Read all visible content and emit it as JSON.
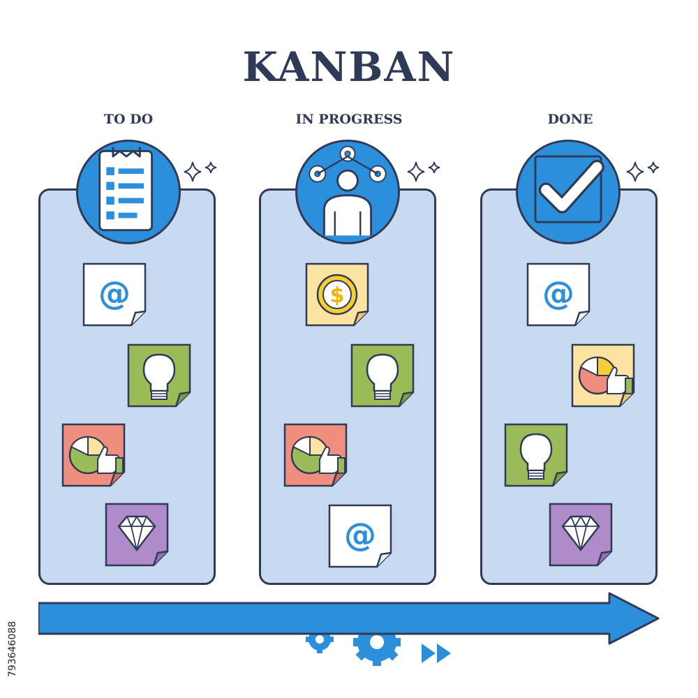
{
  "title": "KANBAN",
  "watermark_id": "793646088",
  "colors": {
    "outline": "#2f3a56",
    "column_fill": "#c7daf1",
    "accent_blue": "#2c8fdb",
    "note_white": "#ffffff",
    "note_yellow": "#fde3a1",
    "note_green": "#9bbb59",
    "note_red": "#ef8e7e",
    "note_purple": "#b08bc9"
  },
  "columns": [
    {
      "label": "TO DO",
      "icon": "clipboard-checklist-icon",
      "notes": [
        {
          "color": "white",
          "icon": "at-sign-icon"
        },
        {
          "color": "green",
          "icon": "lightbulb-icon"
        },
        {
          "color": "red",
          "icon": "pie-chart-thumbs-up-icon"
        },
        {
          "color": "purple",
          "icon": "diamond-icon"
        }
      ]
    },
    {
      "label": "IN PROGRESS",
      "icon": "person-with-gears-icon",
      "notes": [
        {
          "color": "yellow",
          "icon": "dollar-coin-icon"
        },
        {
          "color": "green",
          "icon": "lightbulb-icon"
        },
        {
          "color": "red",
          "icon": "pie-chart-thumbs-up-icon"
        },
        {
          "color": "white",
          "icon": "at-sign-icon"
        }
      ]
    },
    {
      "label": "DONE",
      "icon": "checkbox-checked-icon",
      "notes": [
        {
          "color": "white",
          "icon": "at-sign-icon"
        },
        {
          "color": "yellow",
          "icon": "pie-chart-thumbs-up-icon"
        },
        {
          "color": "green",
          "icon": "lightbulb-icon"
        },
        {
          "color": "purple",
          "icon": "diamond-icon"
        }
      ]
    }
  ],
  "flow": {
    "icon": "progress-arrow-icon",
    "decor": [
      "gear-icon",
      "gear-icon",
      "fast-forward-icon"
    ]
  }
}
